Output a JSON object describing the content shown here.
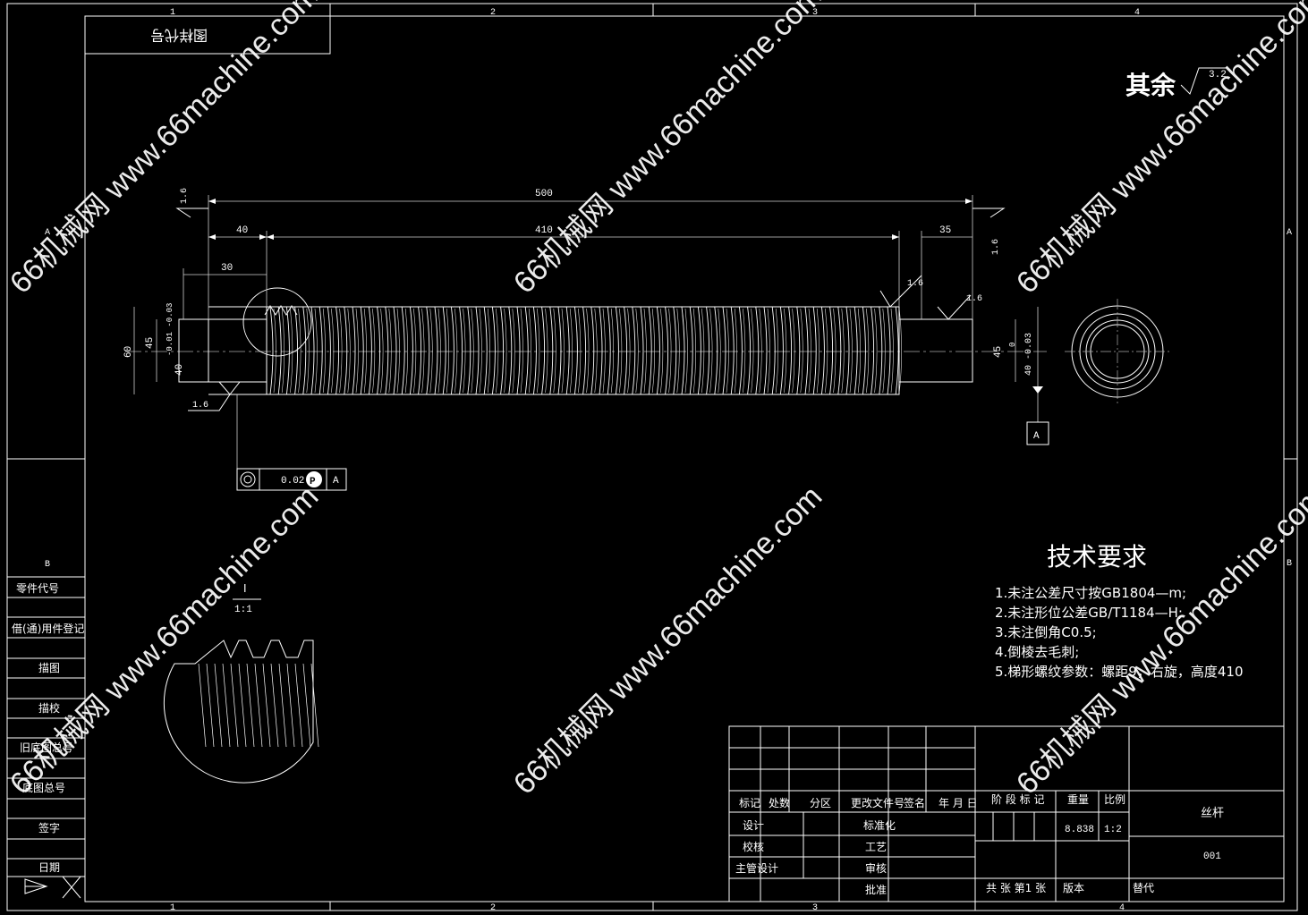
{
  "frame": {
    "top_zones": [
      "1",
      "2",
      "3",
      "4"
    ],
    "side_zones": [
      "A",
      "B"
    ]
  },
  "stamp_text": "图样代号",
  "surface_note": {
    "prefix": "其余",
    "roughness": "3.2"
  },
  "dimensions": {
    "overall": "500",
    "thread_length": "410",
    "left_journal": "40",
    "left_shoulder": "30",
    "right_journal": "35",
    "left_dia_major": "60",
    "left_dia_mid": "45",
    "left_dia_tol": "-0.01 -0.03",
    "left_dia_minor": "40",
    "right_dia_mid": "45",
    "right_dia_tol_upper": "0",
    "right_dia_tol_lower": "40 -0.03",
    "roughness_values": [
      "1.6",
      "1.6",
      "1.6",
      "1.6",
      "1.6"
    ]
  },
  "datum_label": "A",
  "tolerance_frame": {
    "value": "0.02",
    "modifier": "P",
    "datum": "A"
  },
  "detail_view": {
    "label": "I",
    "scale": "1:1"
  },
  "tech_requirements": {
    "title": "技术要求",
    "items": [
      "1.未注公差尺寸按GB1804—m;",
      "2.未注形位公差GB/T1184—H;",
      "3.未注倒角C0.5;",
      "4.倒棱去毛刺;",
      "5.梯形螺纹参数：螺距9，右旋，高度410"
    ]
  },
  "left_strip": {
    "zone": "B",
    "rows": [
      "零件代号",
      "借(通)用件登记",
      "描图",
      "描校",
      "旧底图总号",
      "底图总号",
      "签字",
      "日期"
    ]
  },
  "title_block": {
    "header_labels": [
      "标记",
      "处数",
      "分区",
      "更改文件号",
      "签名",
      "年 月 日"
    ],
    "row_labels": [
      "设计",
      "校核",
      "主管设计"
    ],
    "standard_labels": [
      "标准化",
      "工艺",
      "审核",
      "批准"
    ],
    "stage_labels": [
      "阶 段 标 记",
      "重量",
      "比例"
    ],
    "weight": "8.838",
    "scale": "1:2",
    "part_name": "丝杆",
    "drawing_no": "001",
    "sheet_info": "共  张 第1 张",
    "version_label": "版本",
    "replace_label": "替代"
  },
  "watermark": "66机械网 www.66machine.com"
}
